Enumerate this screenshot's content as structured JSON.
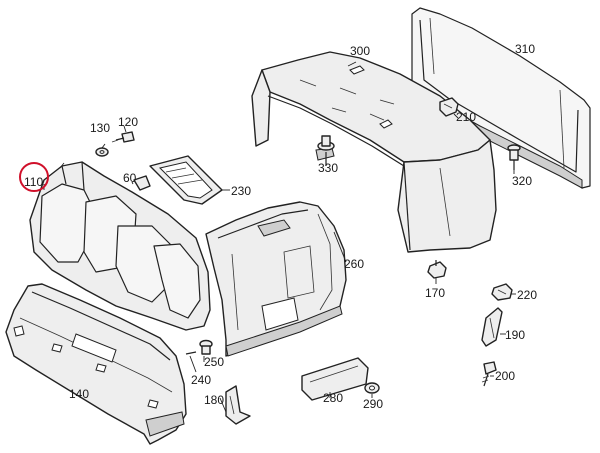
{
  "part_labels": {
    "p110": "110",
    "p120": "120",
    "p130": "130",
    "p140": "140",
    "p170": "170",
    "p180": "180",
    "p190": "190",
    "p200": "200",
    "p210": "210",
    "p220": "220",
    "p230": "230",
    "p240": "240",
    "p250": "250",
    "p260": "260",
    "p280": "280",
    "p290": "290",
    "p300": "300",
    "p310": "310",
    "p320": "320",
    "p330": "330",
    "p60": "60"
  },
  "highlighted_part": "110",
  "colors": {
    "highlight": "#d0102a",
    "line": "#222222",
    "part_fill": "#eeeeee"
  }
}
